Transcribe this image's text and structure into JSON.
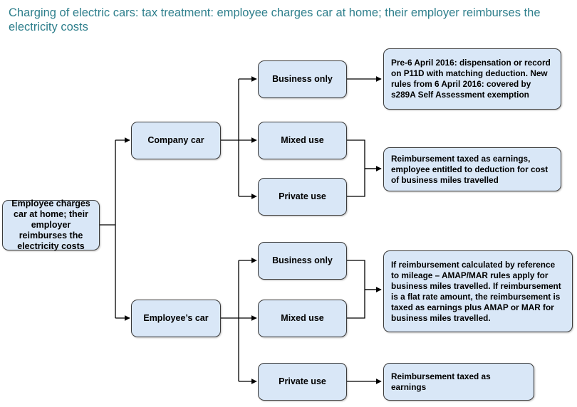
{
  "title": "Charging of electric cars: tax treatment: employee charges car at home; their employer reimburses the electricity costs",
  "root": {
    "text": "Employee charges car at home; their employer reimburses the electricity costs"
  },
  "branches": {
    "company_car": {
      "label": "Company car"
    },
    "employee_car": {
      "label": "Employee’s car"
    }
  },
  "uses": {
    "company_business_only": "Business only",
    "company_mixed_use": "Mixed use",
    "company_private_use": "Private use",
    "employee_business_only": "Business only",
    "employee_mixed_use": "Mixed use",
    "employee_private_use": "Private use"
  },
  "outcomes": {
    "company_business": "Pre-6 April 2016: dispensation or record on P11D with matching deduction. New rules from 6 April 2016: covered by s289A Self Assessment exemption",
    "company_mixed_private": "Reimbursement taxed as earnings, employee entitled to deduction for cost of business miles travelled",
    "employee_business_mixed": "If reimbursement calculated by reference to mileage – AMAP/MAR rules apply for business miles travelled. If reimbursement is a flat rate amount, the reimbursement is taxed as earnings plus AMAP or MAR for business miles travelled.",
    "employee_private": "Reimbursement taxed as earnings"
  },
  "colors": {
    "title": "#2e7f8c",
    "box_fill": "#d9e7f7",
    "box_border": "#3a3a3a",
    "connector": "#000000"
  }
}
